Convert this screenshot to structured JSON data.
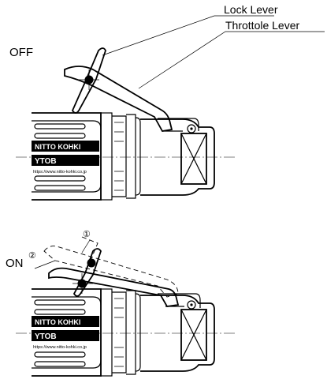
{
  "labels": {
    "lock_lever": "Lock Lever",
    "throttle_lever": "Throttole Lever",
    "off": "OFF",
    "on": "ON",
    "step_1": "①",
    "step_2": "②"
  },
  "tool": {
    "brand": "NITTO KOHKI",
    "model": "YTOB",
    "url": "https://www.nitto-kohki.co.jp"
  }
}
